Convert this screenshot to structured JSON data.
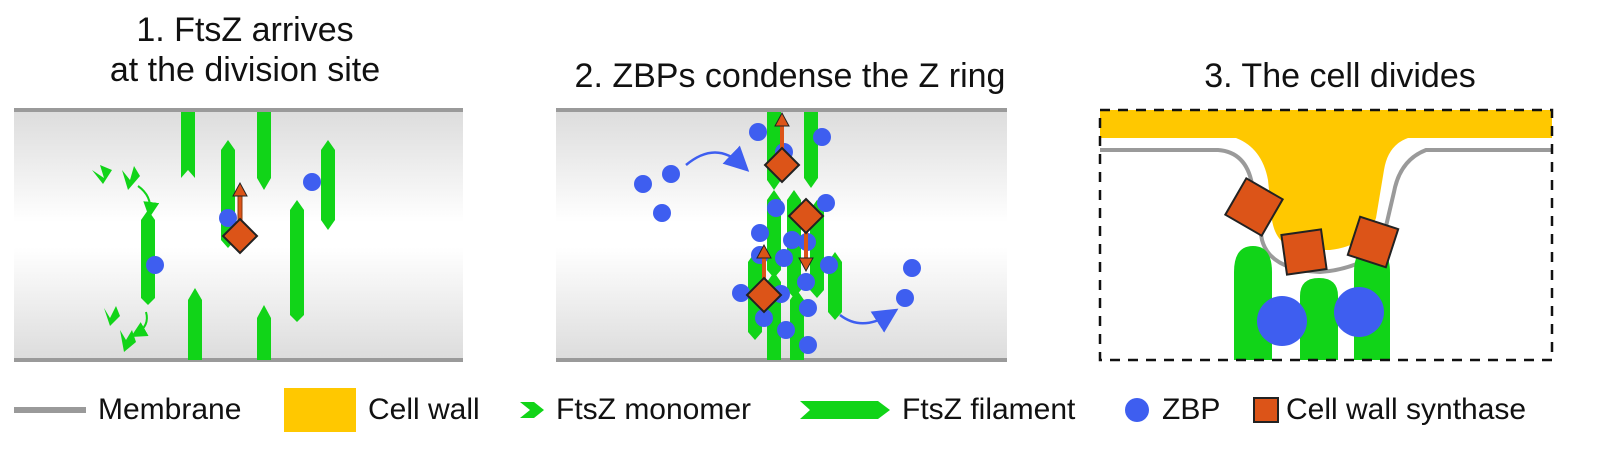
{
  "panels": [
    {
      "title": "1. FtsZ arrives\nat the division site"
    },
    {
      "title": "2. ZBPs condense the Z ring"
    },
    {
      "title": "3. The cell divides"
    }
  ],
  "legend": {
    "membrane": "Membrane",
    "cell_wall": "Cell wall",
    "monomer": "FtsZ monomer",
    "filament": "FtsZ filament",
    "zbp": "ZBP",
    "synthase": "Cell wall synthase"
  },
  "colors": {
    "membrane": "#9a9a9a",
    "cell_wall": "#ffc800",
    "ftsz": "#11d418",
    "zbp": "#3e5ef0",
    "synthase": "#dc5418",
    "cytoplasm_shade": "#e4e4e4"
  }
}
